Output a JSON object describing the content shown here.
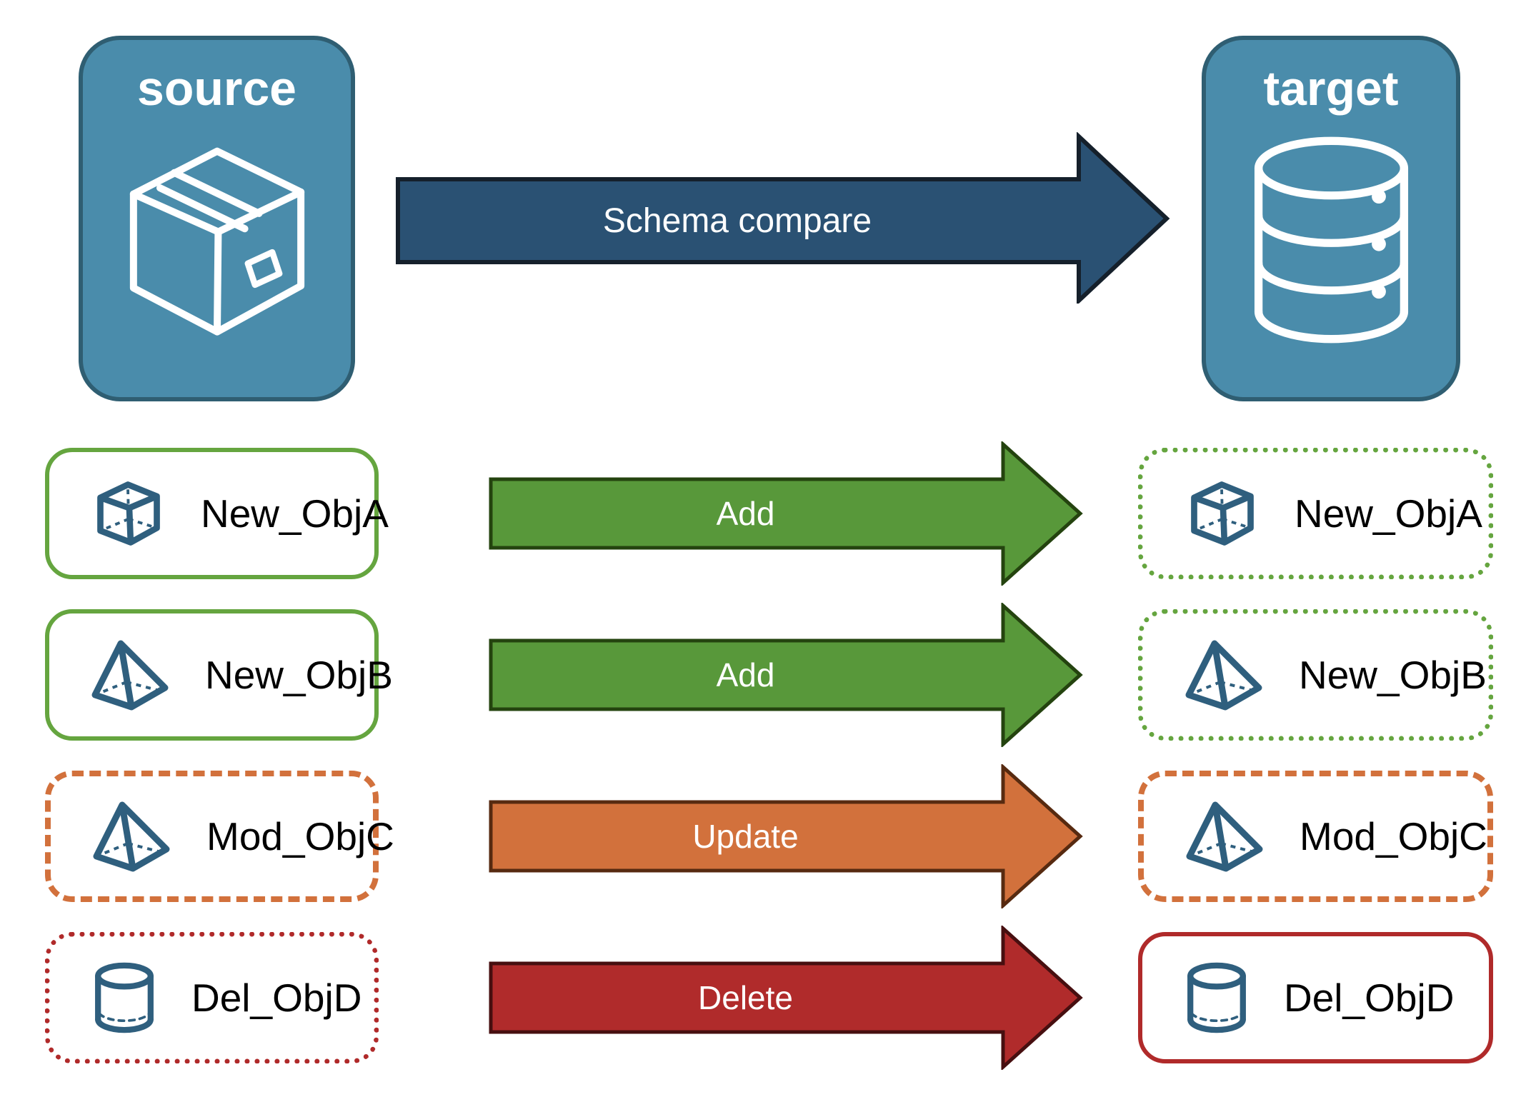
{
  "source_panel": {
    "label": "source",
    "icon": "package-icon"
  },
  "target_panel": {
    "label": "target",
    "icon": "database-icon"
  },
  "compare_arrow": {
    "label": "Schema compare"
  },
  "rows": [
    {
      "name": "New_ObjA",
      "icon": "cube-icon",
      "action": "Add",
      "arrow_fill": "#58983a",
      "arrow_stroke": "#24430f",
      "left_border": "solid-green",
      "right_border": "dotted-green"
    },
    {
      "name": "New_ObjB",
      "icon": "pyramid-icon",
      "action": "Add",
      "arrow_fill": "#58983a",
      "arrow_stroke": "#24430f",
      "left_border": "solid-green",
      "right_border": "dotted-green"
    },
    {
      "name": "Mod_ObjC",
      "icon": "pyramid-icon",
      "action": "Update",
      "arrow_fill": "#d2713c",
      "arrow_stroke": "#572a10",
      "left_border": "dashed-orange",
      "right_border": "dashed-orange"
    },
    {
      "name": "Del_ObjD",
      "icon": "cylinder-icon",
      "action": "Delete",
      "arrow_fill": "#b02b2b",
      "arrow_stroke": "#470f10",
      "left_border": "dotted-red",
      "right_border": "solid-red"
    }
  ],
  "colors": {
    "panel_fill": "#4a8cab",
    "panel_border": "#2f5e72",
    "compare_arrow_fill": "#2a5173",
    "compare_arrow_stroke": "#15202b",
    "green": "#65a53f",
    "orange": "#d2713c",
    "red": "#b02a2a",
    "icon_blue": "#2f5f7e"
  }
}
